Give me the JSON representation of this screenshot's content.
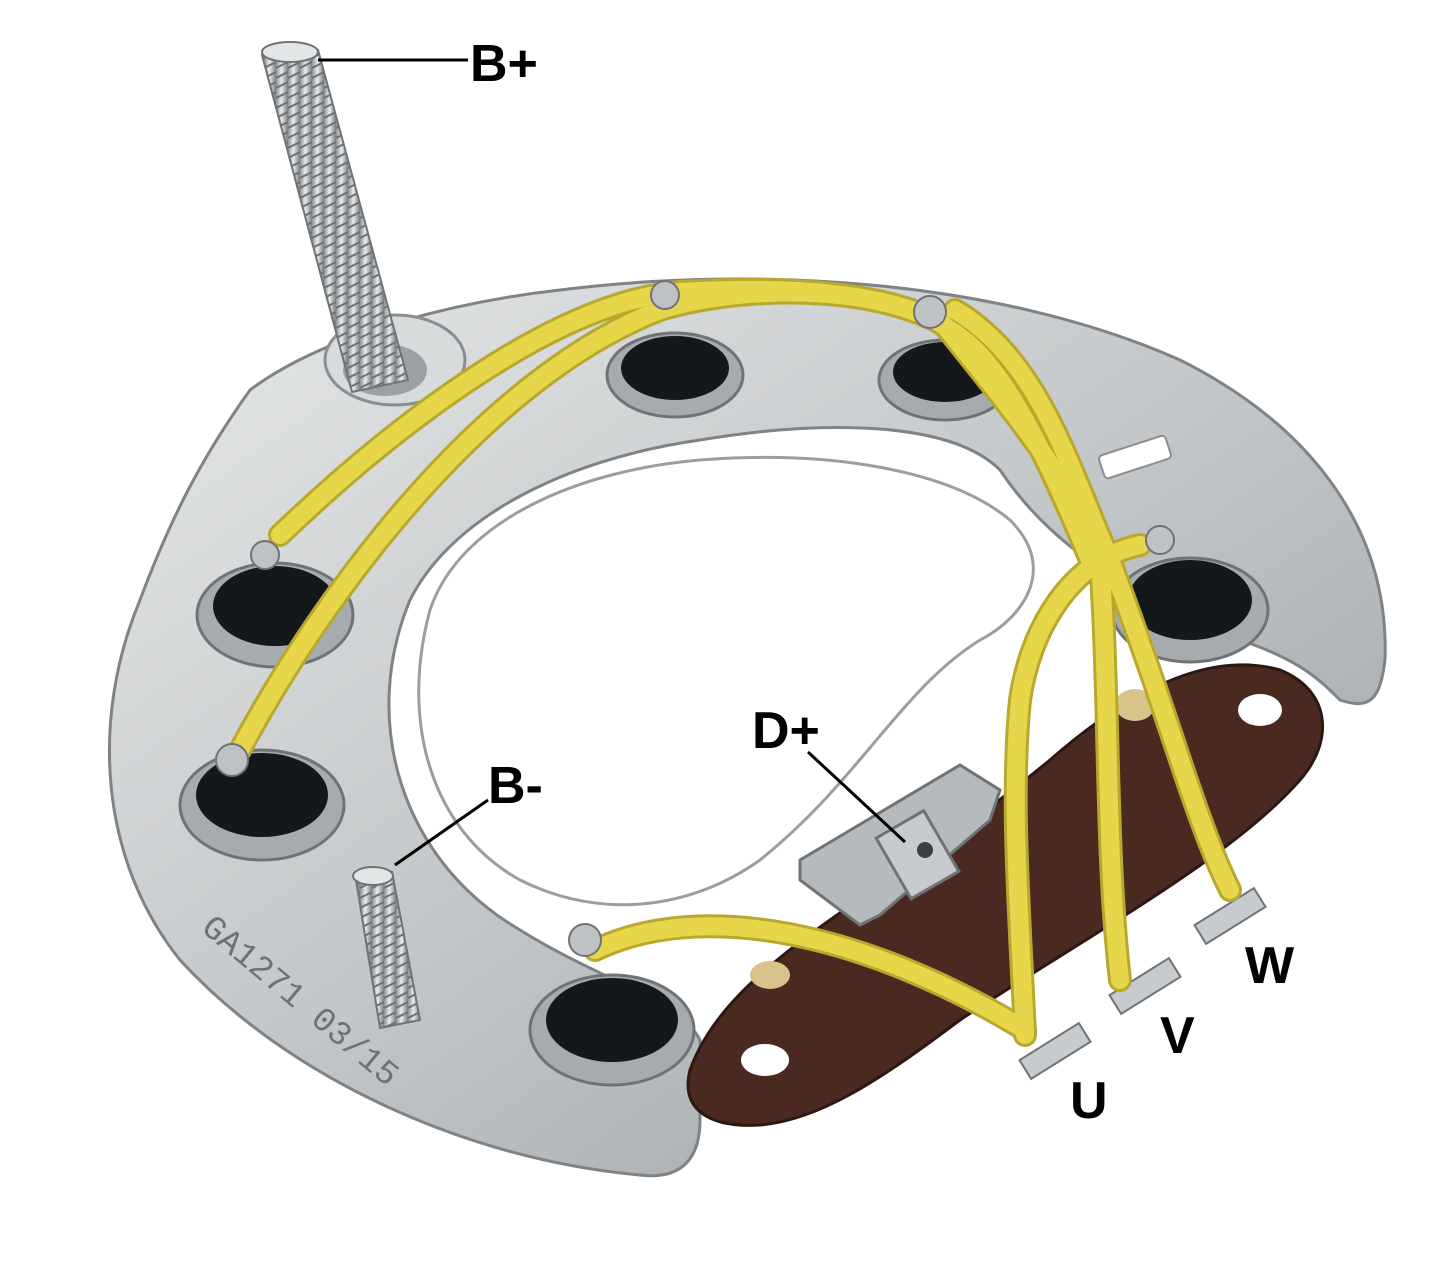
{
  "labels": {
    "b_plus": "B+",
    "b_minus": "B-",
    "d_plus": "D+",
    "u": "U",
    "v": "V",
    "w": "W"
  },
  "plate_marking": "GA1271 03/15",
  "colors": {
    "plate": "#c9ccce",
    "plate_dark": "#8e9296",
    "wire_yellow": "#e8d64a",
    "wire_shadow": "#b9a82e",
    "diode_black": "#15181a",
    "diode_ring": "#a8abad",
    "board_brown": "#4a2a20",
    "label": "#000000"
  }
}
